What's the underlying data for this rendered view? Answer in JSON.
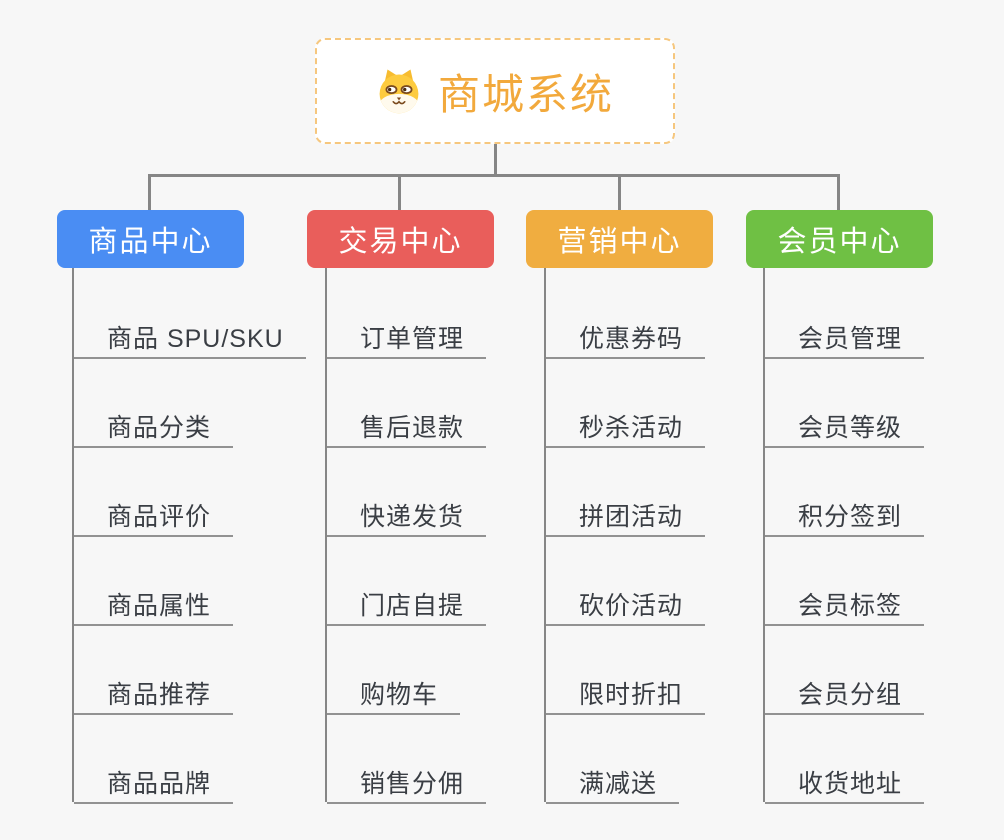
{
  "app": {
    "background_color": "#F7F7F7",
    "connector_color": "#868686",
    "leaf_underline_color": "#929292",
    "leaf_text_color": "#3A3E44"
  },
  "root": {
    "title": "商城系统",
    "icon": "dog-face-icon",
    "title_color": "#F2A93C",
    "border_color": "#F6C77E",
    "background": "#FFFFFF"
  },
  "branches": [
    {
      "label": "商品中心",
      "color": "#4A8DF3",
      "items": [
        "商品 SPU/SKU",
        "商品分类",
        "商品评价",
        "商品属性",
        "商品推荐",
        "商品品牌"
      ]
    },
    {
      "label": "交易中心",
      "color": "#E95E5B",
      "items": [
        "订单管理",
        "售后退款",
        "快递发货",
        "门店自提",
        "购物车",
        "销售分佣"
      ]
    },
    {
      "label": "营销中心",
      "color": "#F0AD40",
      "items": [
        "优惠券码",
        "秒杀活动",
        "拼团活动",
        "砍价活动",
        "限时折扣",
        "满减送"
      ]
    },
    {
      "label": "会员中心",
      "color": "#6FC044",
      "items": [
        "会员管理",
        "会员等级",
        "积分签到",
        "会员标签",
        "会员分组",
        "收货地址"
      ]
    }
  ]
}
